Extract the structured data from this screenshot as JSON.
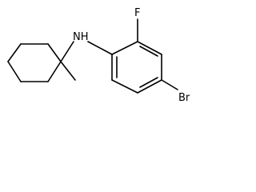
{
  "structure": {
    "atom_labels": {
      "amine_nh": "NH",
      "fluorine": "F",
      "bromine": "Br"
    },
    "colors": {
      "bond": "#000000",
      "label": "#000000",
      "background": "#ffffff"
    }
  }
}
